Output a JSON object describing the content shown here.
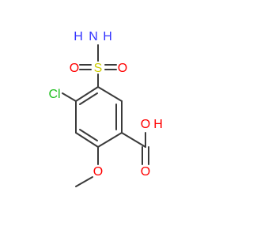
{
  "molecule": {
    "atoms": {
      "nh2_n": "N",
      "nh2_h": "H",
      "nh2_h2": "H",
      "sulfonyl_s": "S",
      "sulfonyl_o_left": "O",
      "sulfonyl_o_right": "O",
      "chlorine": "Cl",
      "acid_o_h": "O",
      "acid_h": "H",
      "carbonyl_o": "O",
      "methoxy_o": "O"
    },
    "colors": {
      "bond": "#3a3a3a",
      "nitrogen": "#3333ff",
      "oxygen": "#ff0000",
      "sulfur": "#cccc00",
      "chlorine": "#1fbf1f"
    }
  }
}
